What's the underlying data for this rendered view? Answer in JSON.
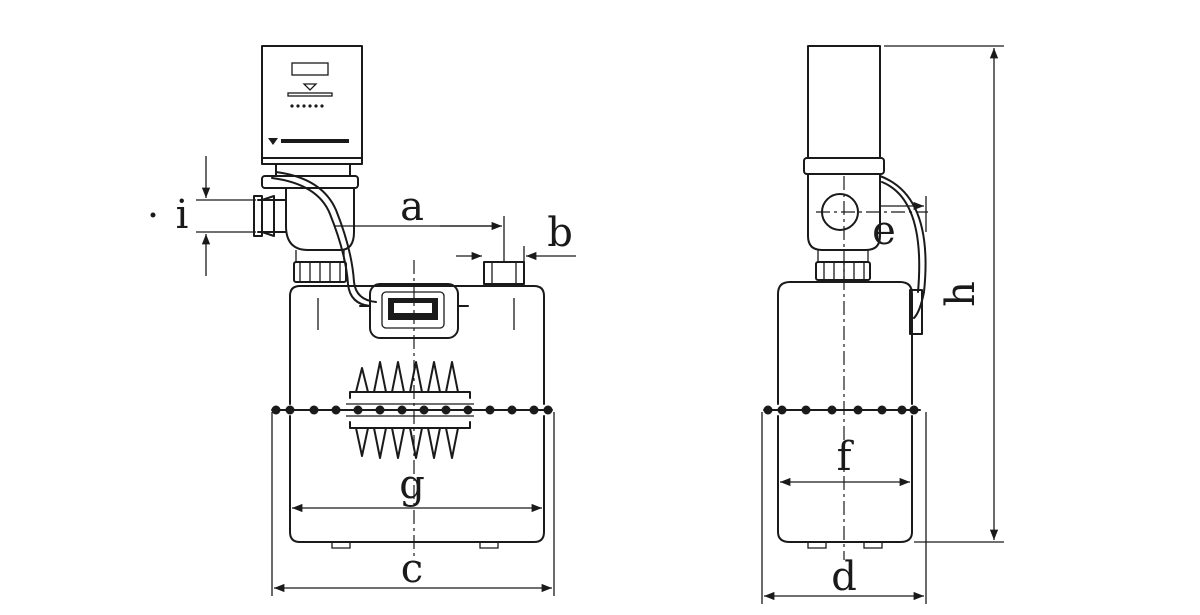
{
  "figure": {
    "front_view": {
      "dimension_labels": {
        "a": "a",
        "b": "b",
        "c": "c",
        "g": "g",
        "i": "i"
      }
    },
    "side_view": {
      "dimension_labels": {
        "d": "d",
        "e": "e",
        "f": "f",
        "h": "h"
      }
    }
  }
}
